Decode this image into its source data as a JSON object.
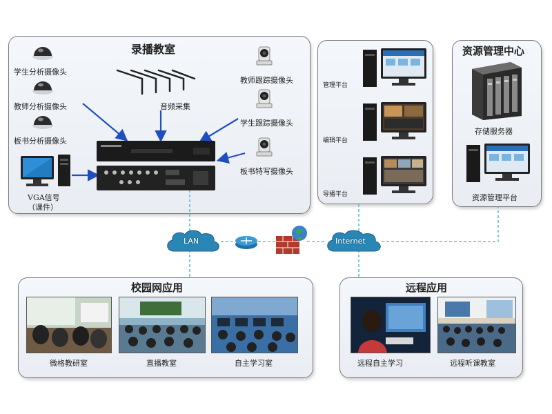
{
  "recording_room": {
    "title": "录播教室",
    "student_analysis_camera": "学生分析摄像头",
    "teacher_analysis_camera": "教师分析摄像头",
    "board_analysis_camera": "板书分析摄像头",
    "vga_signal": "VGA信号",
    "courseware": "（课件）",
    "audio_capture": "音频采集",
    "teacher_tracking_camera": "教师跟踪摄像头",
    "student_tracking_camera": "学生跟踪摄像头",
    "board_closeup_camera": "板书特写摄像头"
  },
  "platforms": {
    "management": "管理平台",
    "editing": "编辑平台",
    "directing": "导播平台"
  },
  "resource_center": {
    "title": "资源管理中心",
    "storage_server": "存储服务器",
    "resource_platform": "资源管理平台"
  },
  "network": {
    "lan": "LAN",
    "internet": "Internet"
  },
  "campus_apps": {
    "title": "校园网应用",
    "items": [
      "微格教研室",
      "直播教室",
      "自主学习室"
    ]
  },
  "remote_apps": {
    "title": "远程应用",
    "items": [
      "远程自主学习",
      "远程听课教室"
    ]
  },
  "colors": {
    "panel_border": "#7a7a7a",
    "arrow_blue": "#1f4fbf",
    "link_dash": "#5bbfd6",
    "cloud_blue": "#2a86b5"
  }
}
